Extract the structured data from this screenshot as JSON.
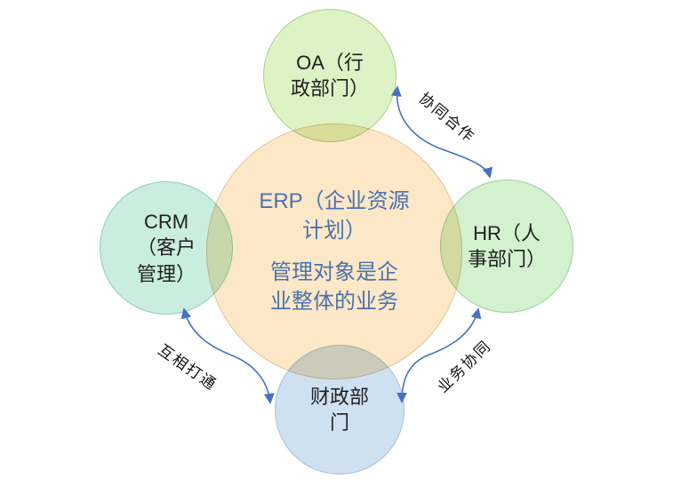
{
  "diagram": {
    "title_hint": "ERP relationship diagram",
    "center": {
      "id": "erp",
      "label": "ERP（企业资源\n计划）",
      "description": "管理对象是企\n业整体的业务",
      "fill": "#fce8c6",
      "border": "#e3c59a",
      "text_color": "#4d72b0"
    },
    "nodes": [
      {
        "id": "oa",
        "label": "OA（行\n政部门）",
        "fill": "#ddf2c5",
        "border": "#abd18c"
      },
      {
        "id": "hr",
        "label": "HR（人\n事部门）",
        "fill": "#d3f0cf",
        "border": "#99d1a2"
      },
      {
        "id": "finance",
        "label": "财政部\n门",
        "fill": "#cfe0f1",
        "border": "#a3c0dc"
      },
      {
        "id": "crm",
        "label": "CRM\n（客户\n管理）",
        "fill": "#c9edde",
        "border": "#93cbba"
      }
    ],
    "edges": [
      {
        "from": "oa",
        "to": "hr",
        "label": "协同合作",
        "style": "double-headed curved arrow"
      },
      {
        "from": "hr",
        "to": "finance",
        "label": "业务协同",
        "style": "double-headed curved arrow"
      },
      {
        "from": "crm",
        "to": "finance",
        "label": "互相打通",
        "style": "double-headed curved arrow"
      }
    ],
    "arrow_color": "#4472c4"
  }
}
